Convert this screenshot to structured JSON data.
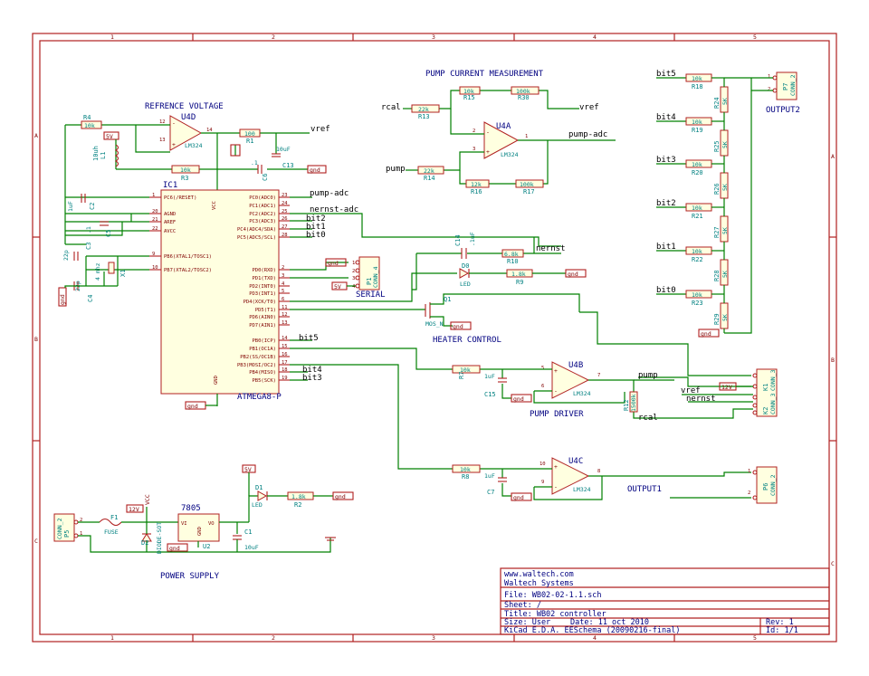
{
  "border": {
    "columns": [
      "1",
      "2",
      "3",
      "4",
      "5"
    ],
    "rows": [
      "A",
      "B",
      "C"
    ]
  },
  "titles": {
    "ref_voltage": "REFRENCE VOLTAGE",
    "pump_current": "PUMP CURRENT MEASUREMENT",
    "heater": "HEATER CONTROL",
    "pump_driver": "PUMP DRIVER",
    "output1": "OUTPUT1",
    "output2": "OUTPUT2",
    "serial": "SERIAL",
    "power": "POWER SUPPLY"
  },
  "mcu": {
    "ref": "IC1",
    "name": "ATMEGA8-P",
    "vcc": "VCC",
    "gnd": "GND",
    "left_pins": [
      {
        "num": "1",
        "name": "PC6(/RESET)"
      },
      {
        "num": "20",
        "name": "AGND"
      },
      {
        "num": "21",
        "name": "AREF"
      },
      {
        "num": "22",
        "name": "AVCC"
      },
      {
        "num": "9",
        "name": "PB6(XTAL1/TOSC1)"
      },
      {
        "num": "10",
        "name": "PB7(XTAL2/TOSC2)"
      }
    ],
    "right_pins": [
      {
        "num": "23",
        "name": "PC0(ADC0)"
      },
      {
        "num": "24",
        "name": "PC1(ADC1)"
      },
      {
        "num": "25",
        "name": "PC2(ADC2)"
      },
      {
        "num": "26",
        "name": "PC3(ADC3)"
      },
      {
        "num": "27",
        "name": "PC4(ADC4/SDA)"
      },
      {
        "num": "28",
        "name": "PC5(ADC5/SCL)"
      },
      {
        "num": "2",
        "name": "PD0(RXD)"
      },
      {
        "num": "3",
        "name": "PD1(TXD)"
      },
      {
        "num": "4",
        "name": "PD2(INT0)"
      },
      {
        "num": "5",
        "name": "PD3(INT1)"
      },
      {
        "num": "6",
        "name": "PD4(XCK/T0)"
      },
      {
        "num": "11",
        "name": "PD5(T1)"
      },
      {
        "num": "12",
        "name": "PD6(AIN0)"
      },
      {
        "num": "13",
        "name": "PD7(AIN1)"
      },
      {
        "num": "14",
        "name": "PB0(ICP)"
      },
      {
        "num": "15",
        "name": "PB1(OC1A)"
      },
      {
        "num": "16",
        "name": "PB2(SS/OC1B)"
      },
      {
        "num": "17",
        "name": "PB3(MOSI/OC2)"
      },
      {
        "num": "18",
        "name": "PB4(MISO)"
      },
      {
        "num": "19",
        "name": "PB5(SCK)"
      }
    ]
  },
  "nets": {
    "vref": "vref",
    "pump_adc": "pump-adc",
    "nernst_adc": "nernst-adc",
    "nernst": "nernst",
    "pump": "pump",
    "rcal": "rcal",
    "bit0": "bit0",
    "bit1": "bit1",
    "bit2": "bit2",
    "bit3": "bit3",
    "bit4": "bit4",
    "bit5": "bit5",
    "gnd": "gnd",
    "v5": "5V",
    "v12": "12V",
    "vcc": "VCC"
  },
  "components": {
    "R4": {
      "ref": "R4",
      "val": "10k"
    },
    "R1": {
      "ref": "R1",
      "val": "100"
    },
    "R3": {
      "ref": "R3",
      "val": "10k"
    },
    "L1": {
      "ref": "L1",
      "val": "10uh"
    },
    "C13": {
      "ref": "C13",
      "val": "10uF"
    },
    "C6": {
      "ref": "C6",
      "val": ".1"
    },
    "C2": {
      "ref": "C2",
      "val": "1uF"
    },
    "C5": {
      "ref": "C5",
      "val": ".1"
    },
    "C3": {
      "ref": "C3",
      "val": "22p"
    },
    "C4": {
      "ref": "C4",
      "val": "22p"
    },
    "X1": {
      "ref": "X1",
      "val": "4 mhz"
    },
    "U4D": {
      "ref": "U4D",
      "val": "LM324"
    },
    "U4A": {
      "ref": "U4A",
      "val": "LM324"
    },
    "U4B": {
      "ref": "U4B",
      "val": "LM324"
    },
    "U4C": {
      "ref": "U4C",
      "val": "LM324"
    },
    "R13": {
      "ref": "R13",
      "val": "22k"
    },
    "R15": {
      "ref": "R15",
      "val": "10k"
    },
    "R30": {
      "ref": "R30",
      "val": "100k"
    },
    "R14": {
      "ref": "R14",
      "val": "22k"
    },
    "R16": {
      "ref": "R16",
      "val": "12k"
    },
    "R17": {
      "ref": "R17",
      "val": "100k"
    },
    "C14": {
      "ref": "C14",
      "val": ".1uF"
    },
    "R10": {
      "ref": "R10",
      "val": "6.8k"
    },
    "D0": {
      "ref": "D0",
      "val": "LED"
    },
    "R9": {
      "ref": "R9",
      "val": "1.8k"
    },
    "Q1": {
      "ref": "Q1",
      "val": "MOS_N"
    },
    "R7": {
      "ref": "R7",
      "val": "10k"
    },
    "C15": {
      "ref": "C15",
      "val": "1uF"
    },
    "R12": {
      "ref": "R12",
      "val": "1500k"
    },
    "R8": {
      "ref": "R8",
      "val": "10k"
    },
    "C7": {
      "ref": "C7",
      "val": "1uF"
    },
    "P1": {
      "ref": "P1",
      "val": "CONN_4"
    },
    "K1": {
      "ref": "K1",
      "val": "CONN_3"
    },
    "K2": {
      "ref": "K2",
      "val": "CONN_3"
    },
    "P6": {
      "ref": "P6",
      "val": "CONN_2"
    },
    "P7": {
      "ref": "P7",
      "val": "CONN_2"
    },
    "P5": {
      "ref": "P5",
      "val": "CONN_2"
    },
    "U2": {
      "ref": "U2",
      "val": "7805"
    },
    "C1": {
      "ref": "C1",
      "val": "10uF"
    },
    "D1": {
      "ref": "D1",
      "val": "LED"
    },
    "R2": {
      "ref": "R2",
      "val": "1.8k"
    },
    "F1": {
      "ref": "F1",
      "val": "FUSE"
    },
    "D2": {
      "ref": "D2",
      "val": "DIODE-SOT"
    },
    "VIN": "VI",
    "VOUT": "VO",
    "REGGND": "GND"
  },
  "ladder": {
    "series": [
      {
        "ref": "R18",
        "val": "10k"
      },
      {
        "ref": "R19",
        "val": "10k"
      },
      {
        "ref": "R20",
        "val": "10k"
      },
      {
        "ref": "R21",
        "val": "10k"
      },
      {
        "ref": "R22",
        "val": "10k"
      },
      {
        "ref": "R23",
        "val": "10k"
      }
    ],
    "shunt": [
      {
        "ref": "R24",
        "val": "5K"
      },
      {
        "ref": "R25",
        "val": "5K"
      },
      {
        "ref": "R26",
        "val": "5K"
      },
      {
        "ref": "R27",
        "val": "5K"
      },
      {
        "ref": "R28",
        "val": "5K"
      },
      {
        "ref": "R29",
        "val": "5K"
      }
    ]
  },
  "title_block": {
    "url": "www.waltech.com",
    "company": "Waltech Systems",
    "file": "File: WB02-02-1.1.sch",
    "sheet": "Sheet: /",
    "title": "Title: WB02 controller",
    "size": "Size: User",
    "date": "Date: 11 oct 2010",
    "rev": "Rev: 1",
    "tool": "KiCad E.D.A.  EESchema (20090216-final)",
    "id": "Id: 1/1"
  }
}
